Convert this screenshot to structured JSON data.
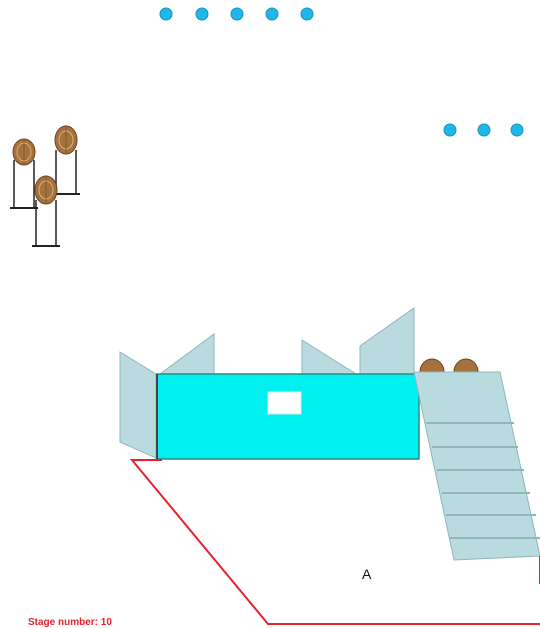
{
  "stage": {
    "area_label": "A",
    "stage_number_text": "Stage number:  10"
  },
  "colors": {
    "steel_target": "#1fb6e8",
    "barricade": "#00f0f0",
    "panel": "#b9dade",
    "boundary": "#e8212b",
    "paper_target": "#a5723e"
  },
  "icons": {
    "steel": "circle-plate",
    "paper": "paper-target-on-stand"
  }
}
